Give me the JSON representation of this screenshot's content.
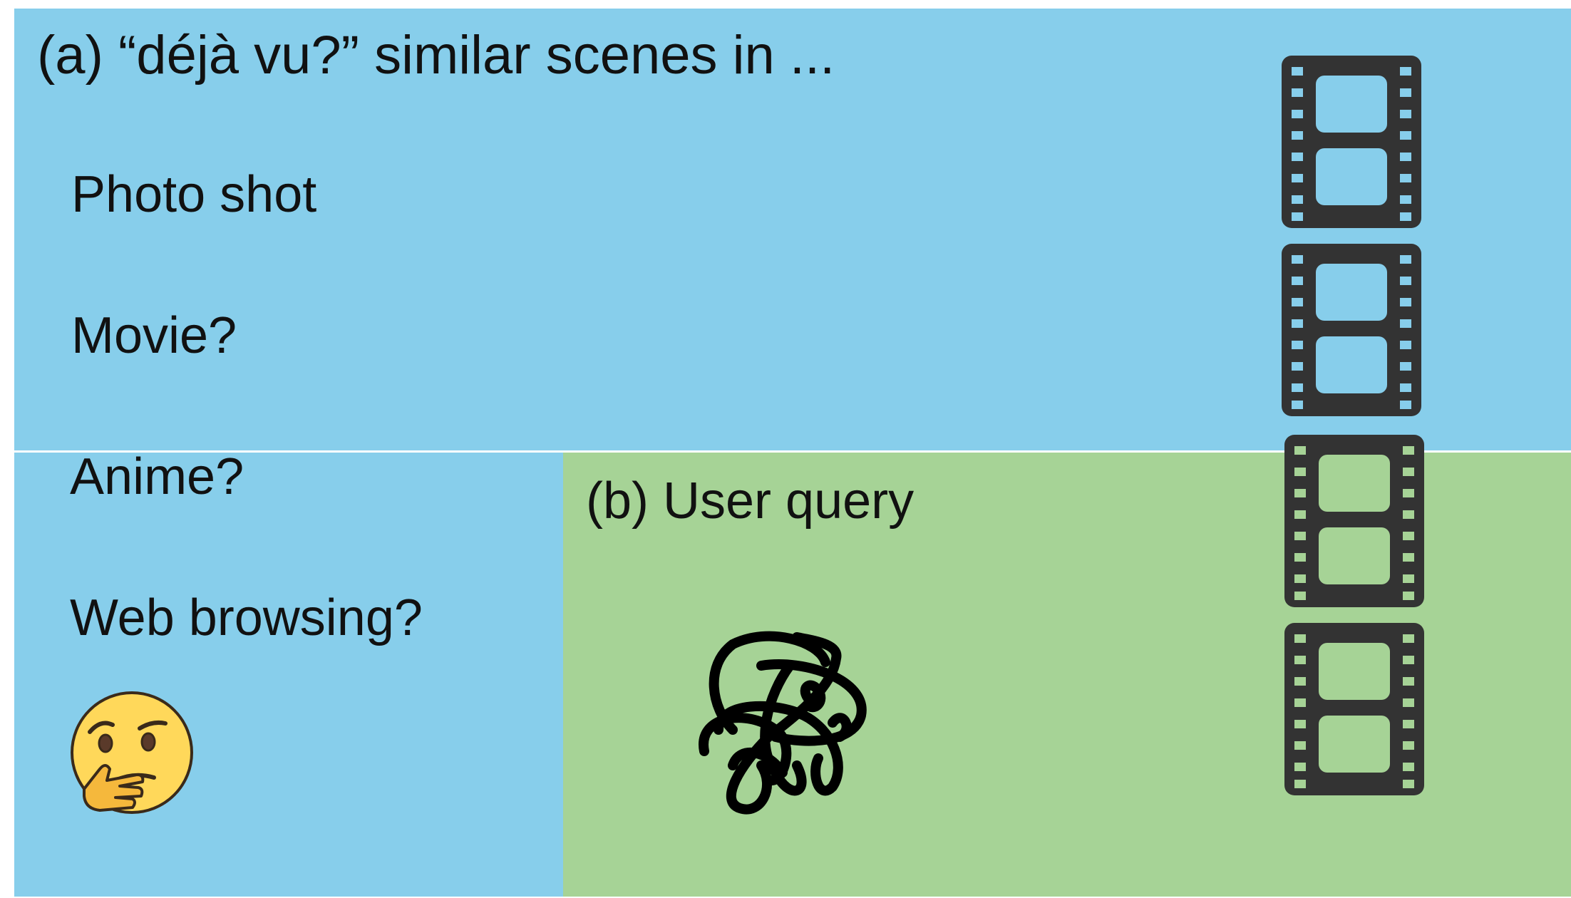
{
  "panel_a": {
    "title": "(a) “déjà vu?” similar scenes in ...",
    "questions": [
      "Photo shot",
      "Movie?",
      "Anime?",
      "Web browsing?"
    ],
    "background": "#87CEEB",
    "emoji": "thinking-face-icon"
  },
  "panel_b": {
    "title": "(b) User query",
    "background": "#A6D396",
    "sketch": "scribble-icon"
  },
  "filmstrip": {
    "icon": "film-strip-icon",
    "color": "#333333"
  }
}
